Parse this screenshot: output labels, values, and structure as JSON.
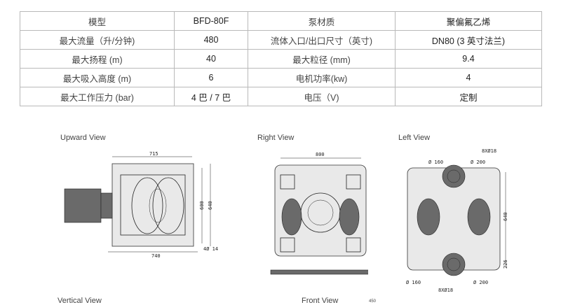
{
  "spec_table": {
    "rows": [
      [
        "模型",
        "BFD-80F",
        "泵材质",
        "聚偏氟乙烯"
      ],
      [
        "最大流量（升/分钟)",
        "480",
        "流体入口/出口尺寸（英寸)",
        "DN80 (3 英寸法兰)"
      ],
      [
        "最大扬程 (m)",
        "40",
        "最大粒径 (mm)",
        "9.4"
      ],
      [
        "最大吸入高度 (m)",
        "6",
        "电机功率(kw)",
        "4"
      ],
      [
        "最大工作压力 (bar)",
        "4 巴 / 7 巴",
        "电压（V)",
        "定制"
      ]
    ]
  },
  "views": {
    "upward": "Upward View",
    "right": "Right View",
    "left": "Left View",
    "vertical": "Vertical View",
    "front": "Front View"
  },
  "dimensions": {
    "upward_top": "715",
    "upward_h1": "600",
    "upward_h2": "640",
    "upward_bolt": "4Ø 14",
    "upward_bottom": "740",
    "right_top": "800",
    "left_bolt_top": "8XØ18",
    "left_d160_top": "Ø 160",
    "left_d200_top": "Ø 200",
    "left_h640": "640",
    "left_h226": "226",
    "left_d160_bot": "Ø 160",
    "left_bolt_bot": "8XØ18",
    "left_d200_bot": "Ø 200",
    "front_partial": "450"
  }
}
